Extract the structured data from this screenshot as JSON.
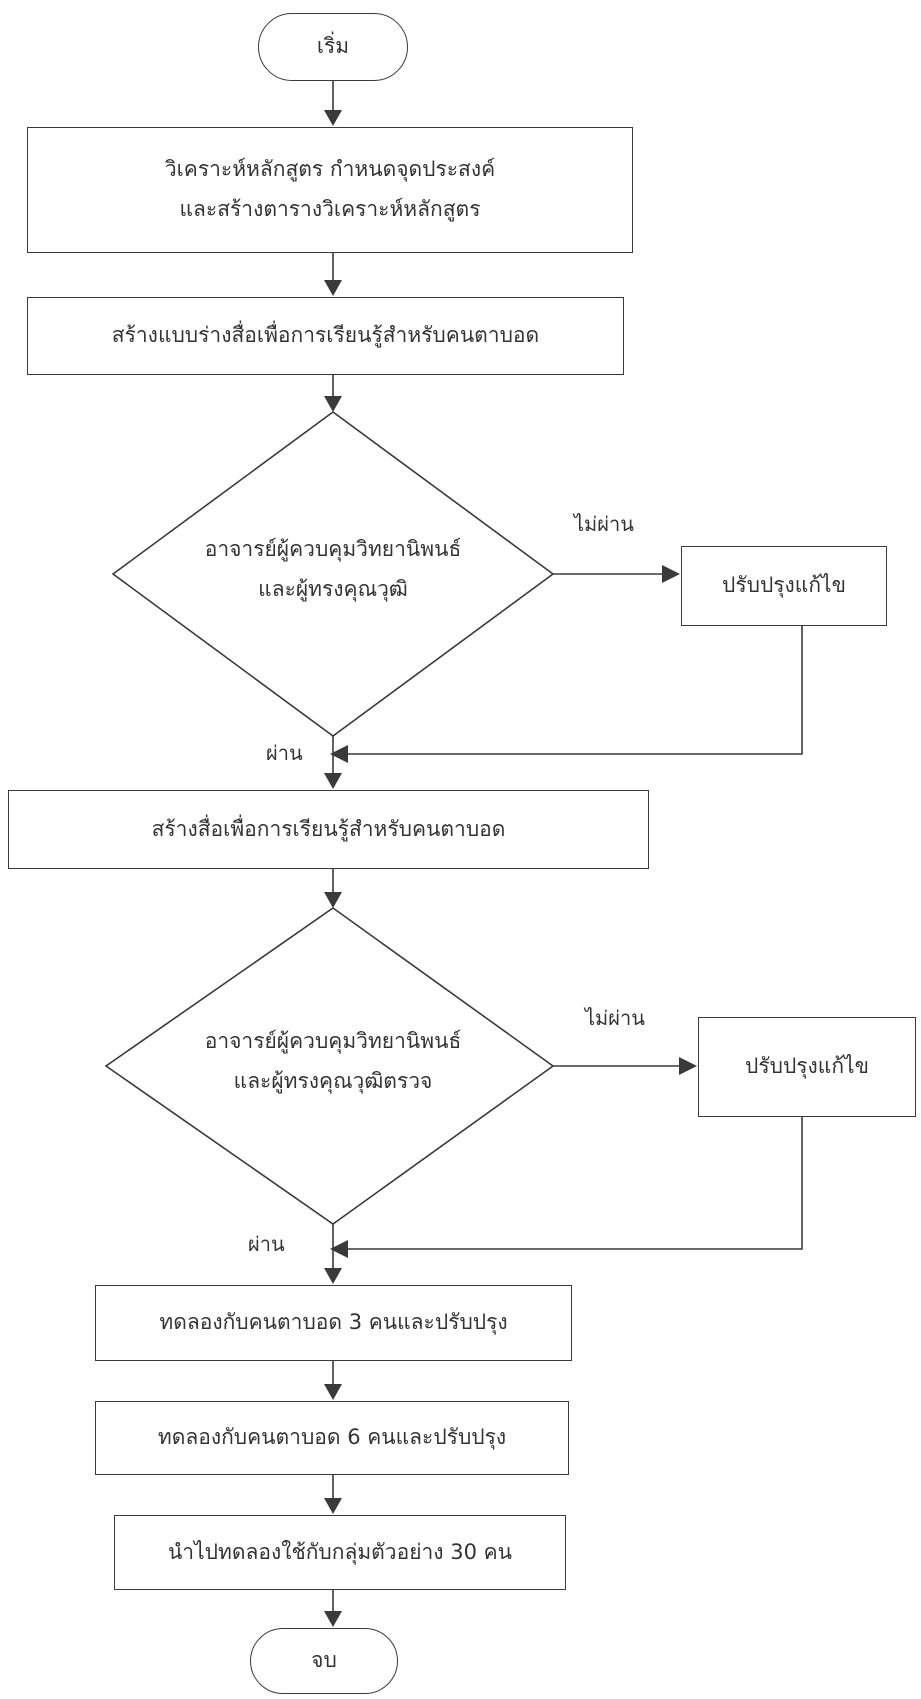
{
  "flowchart": {
    "start": "เริ่ม",
    "step_analyze": {
      "line1": "วิเคราะห์หลักสูตร กำหนดจุดประสงค์",
      "line2": "และสร้างตารางวิเคราะห์หลักสูตร"
    },
    "step_draft": "สร้างแบบร่างสื่อเพื่อการเรียนรู้สำหรับคนตาบอด",
    "decision_1": {
      "line1": "อาจารย์ผู้ควบคุมวิทยานิพนธ์",
      "line2": "และผู้ทรงคุณวุฒิ"
    },
    "fail_label_1": "ไม่ผ่าน",
    "revise_1": "ปรับปรุงแก้ไข",
    "pass_label_1": "ผ่าน",
    "step_create": "สร้างสื่อเพื่อการเรียนรู้สำหรับคนตาบอด",
    "decision_2": {
      "line1": "อาจารย์ผู้ควบคุมวิทยานิพนธ์",
      "line2": "และผู้ทรงคุณวุฒิตรวจ"
    },
    "fail_label_2": "ไม่ผ่าน",
    "revise_2": "ปรับปรุงแก้ไข",
    "pass_label_2": "ผ่าน",
    "step_trial_3": "ทดลองกับคนตาบอด 3 คนและปรับปรุง",
    "step_trial_6": "ทดลองกับคนตาบอด 6  คนและปรับปรุง",
    "step_sample_30": "นำไปทดลองใช้กับกลุ่มตัวอย่าง 30 คน",
    "end": "จบ"
  }
}
